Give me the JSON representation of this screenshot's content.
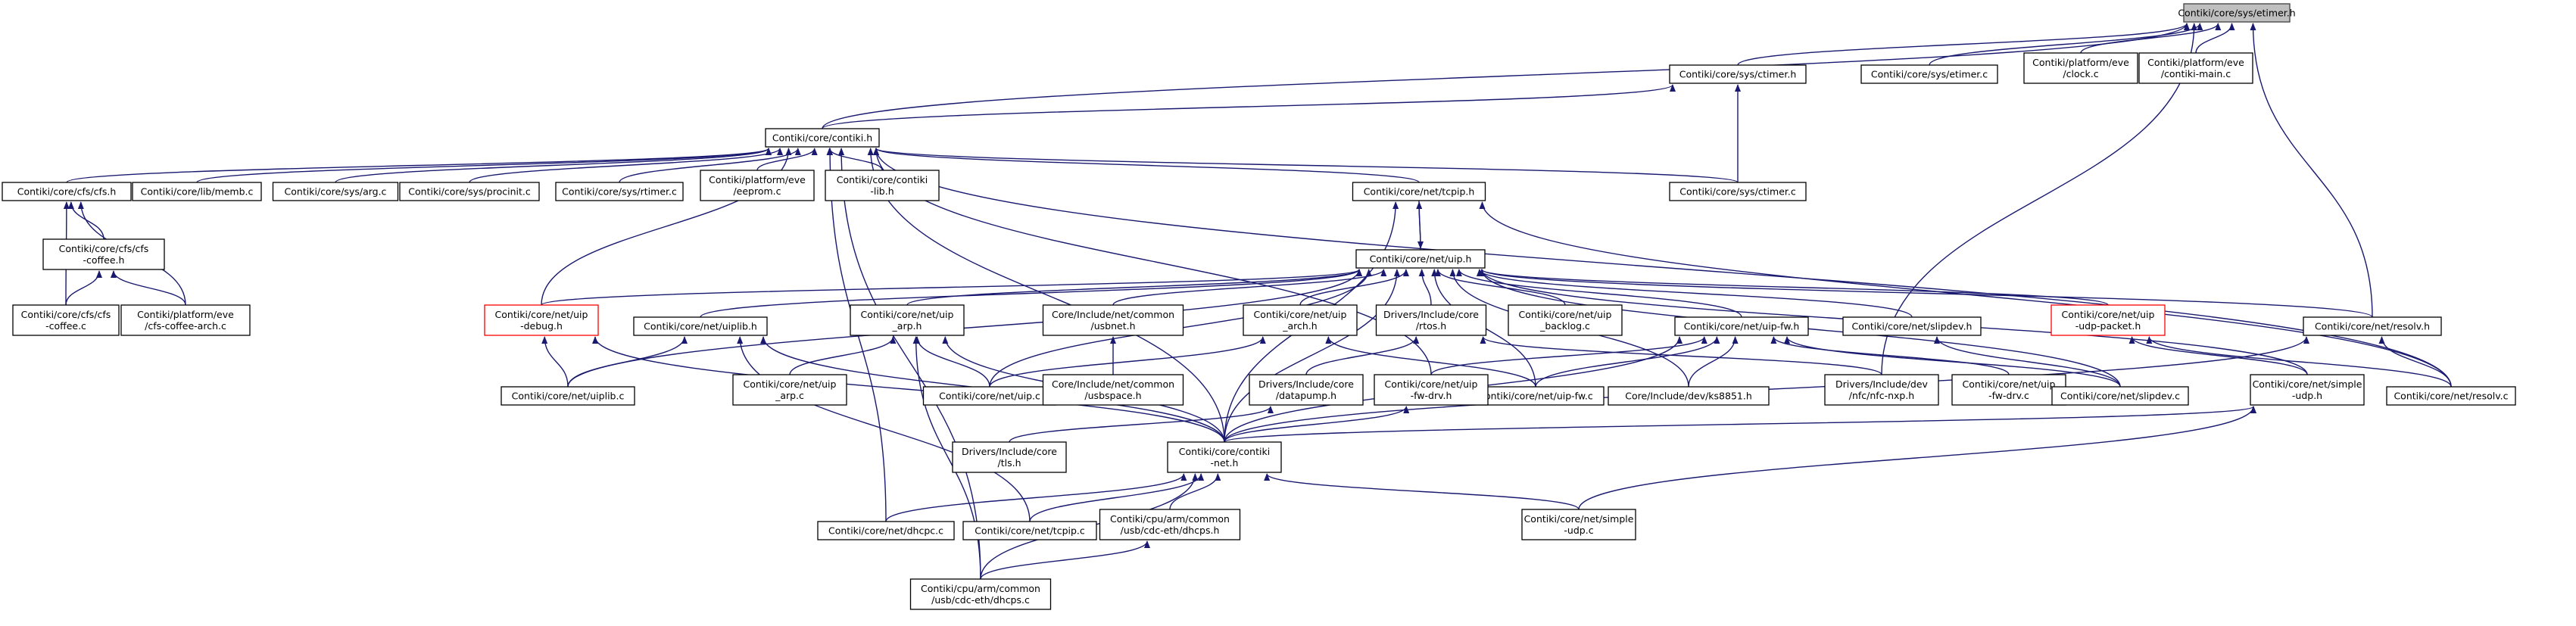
{
  "diagram": {
    "nodes": [
      {
        "id": "etimer_h",
        "lines": [
          "Contiki/core/sys/etimer.h"
        ],
        "style": "root"
      },
      {
        "id": "ctimer_h",
        "lines": [
          "Contiki/core/sys/ctimer.h"
        ]
      },
      {
        "id": "etimer_c",
        "lines": [
          "Contiki/core/sys/etimer.c"
        ]
      },
      {
        "id": "clock_c",
        "lines": [
          "Contiki/platform/eve",
          "/clock.c"
        ]
      },
      {
        "id": "contiki_main",
        "lines": [
          "Contiki/platform/eve",
          "/contiki-main.c"
        ]
      },
      {
        "id": "contiki_h",
        "lines": [
          "Contiki/core/contiki.h"
        ]
      },
      {
        "id": "cfs_h",
        "lines": [
          "Contiki/core/cfs/cfs.h"
        ]
      },
      {
        "id": "memb_c",
        "lines": [
          "Contiki/core/lib/memb.c"
        ]
      },
      {
        "id": "arg_c",
        "lines": [
          "Contiki/core/sys/arg.c"
        ]
      },
      {
        "id": "procinit_c",
        "lines": [
          "Contiki/core/sys/procinit.c"
        ]
      },
      {
        "id": "rtimer_c",
        "lines": [
          "Contiki/core/sys/rtimer.c"
        ]
      },
      {
        "id": "eeprom_c",
        "lines": [
          "Contiki/platform/eve",
          "/eeprom.c"
        ]
      },
      {
        "id": "contiki_lib_h",
        "lines": [
          "Contiki/core/contiki",
          "-lib.h"
        ]
      },
      {
        "id": "tcpip_h",
        "lines": [
          "Contiki/core/net/tcpip.h"
        ]
      },
      {
        "id": "ctimer_c",
        "lines": [
          "Contiki/core/sys/ctimer.c"
        ]
      },
      {
        "id": "cfs_coffee_h",
        "lines": [
          "Contiki/core/cfs/cfs",
          "-coffee.h"
        ]
      },
      {
        "id": "uip_h",
        "lines": [
          "Contiki/core/net/uip.h"
        ]
      },
      {
        "id": "cfs_coffee_c",
        "lines": [
          "Contiki/core/cfs/cfs",
          "-coffee.c"
        ]
      },
      {
        "id": "cfs_coffee_arch_c",
        "lines": [
          "Contiki/platform/eve",
          "/cfs-coffee-arch.c"
        ]
      },
      {
        "id": "uip_debug_h",
        "lines": [
          "Contiki/core/net/uip",
          "-debug.h"
        ],
        "style": "red"
      },
      {
        "id": "uiplib_h",
        "lines": [
          "Contiki/core/net/uiplib.h"
        ]
      },
      {
        "id": "uip_arp_h",
        "lines": [
          "Contiki/core/net/uip",
          "_arp.h"
        ]
      },
      {
        "id": "usbnet_h",
        "lines": [
          "Core/Include/net/common",
          "/usbnet.h"
        ]
      },
      {
        "id": "uip_arch_h",
        "lines": [
          "Contiki/core/net/uip",
          "_arch.h"
        ]
      },
      {
        "id": "rtos_h",
        "lines": [
          "Drivers/Include/core",
          "/rtos.h"
        ]
      },
      {
        "id": "uip_backlog_c",
        "lines": [
          "Contiki/core/net/uip",
          "_backlog.c"
        ]
      },
      {
        "id": "uip_fw_h",
        "lines": [
          "Contiki/core/net/uip-fw.h"
        ]
      },
      {
        "id": "slipdev_h",
        "lines": [
          "Contiki/core/net/slipdev.h"
        ]
      },
      {
        "id": "uip_udp_packet_h",
        "lines": [
          "Contiki/core/net/uip",
          "-udp-packet.h"
        ],
        "style": "red"
      },
      {
        "id": "resolv_h",
        "lines": [
          "Contiki/core/net/resolv.h"
        ]
      },
      {
        "id": "uiplib_c",
        "lines": [
          "Contiki/core/net/uiplib.c"
        ]
      },
      {
        "id": "uip_arp_c",
        "lines": [
          "Contiki/core/net/uip",
          "_arp.c"
        ]
      },
      {
        "id": "uip_c",
        "lines": [
          "Contiki/core/net/uip.c"
        ]
      },
      {
        "id": "usbspace_h",
        "lines": [
          "Core/Include/net/common",
          "/usbspace.h"
        ]
      },
      {
        "id": "uip_fw_c",
        "lines": [
          "Contiki/core/net/uip-fw.c"
        ]
      },
      {
        "id": "ks8851_h",
        "lines": [
          "Core/Include/dev/ks8851.h"
        ]
      },
      {
        "id": "nfc_nxp_h",
        "lines": [
          "Drivers/Include/dev",
          "/nfc/nfc-nxp.h"
        ]
      },
      {
        "id": "uip_fw_drv_c",
        "lines": [
          "Contiki/core/net/uip",
          "-fw-drv.c"
        ]
      },
      {
        "id": "slipdev_c",
        "lines": [
          "Contiki/core/net/slipdev.c"
        ]
      },
      {
        "id": "simple_udp_h",
        "lines": [
          "Contiki/core/net/simple",
          "-udp.h"
        ]
      },
      {
        "id": "resolv_c",
        "lines": [
          "Contiki/core/net/resolv.c"
        ]
      },
      {
        "id": "datapump_h",
        "lines": [
          "Drivers/Include/core",
          "/datapump.h"
        ]
      },
      {
        "id": "uip_fw_drv_h",
        "lines": [
          "Contiki/core/net/uip",
          "-fw-drv.h"
        ]
      },
      {
        "id": "tls_h",
        "lines": [
          "Drivers/Include/core",
          "/tls.h"
        ]
      },
      {
        "id": "contiki_net_h",
        "lines": [
          "Contiki/core/contiki",
          "-net.h"
        ]
      },
      {
        "id": "dhcpc_c",
        "lines": [
          "Contiki/core/net/dhcpc.c"
        ]
      },
      {
        "id": "tcpip_c",
        "lines": [
          "Contiki/core/net/tcpip.c"
        ]
      },
      {
        "id": "dhcps_h",
        "lines": [
          "Contiki/cpu/arm/common",
          "/usb/cdc-eth/dhcps.h"
        ]
      },
      {
        "id": "simple_udp_c",
        "lines": [
          "Contiki/core/net/simple",
          "-udp.c"
        ]
      },
      {
        "id": "dhcps_c",
        "lines": [
          "Contiki/cpu/arm/common",
          "/usb/cdc-eth/dhcps.c"
        ]
      }
    ],
    "edges": [
      [
        "ctimer_h",
        "etimer_h"
      ],
      [
        "etimer_c",
        "etimer_h"
      ],
      [
        "clock_c",
        "etimer_h"
      ],
      [
        "contiki_main",
        "etimer_h"
      ],
      [
        "contiki_h",
        "etimer_h"
      ],
      [
        "nfc_nxp_h",
        "etimer_h"
      ],
      [
        "resolv_h",
        "etimer_h"
      ],
      [
        "contiki_h",
        "ctimer_h"
      ],
      [
        "ctimer_c",
        "ctimer_h"
      ],
      [
        "cfs_h",
        "contiki_h"
      ],
      [
        "memb_c",
        "contiki_h"
      ],
      [
        "arg_c",
        "contiki_h"
      ],
      [
        "procinit_c",
        "contiki_h"
      ],
      [
        "rtimer_c",
        "contiki_h"
      ],
      [
        "eeprom_c",
        "contiki_h"
      ],
      [
        "contiki_lib_h",
        "contiki_h"
      ],
      [
        "ctimer_c",
        "contiki_h"
      ],
      [
        "tcpip_h",
        "contiki_h"
      ],
      [
        "uip_debug_h",
        "contiki_h"
      ],
      [
        "uip_fw_drv_h",
        "contiki_h"
      ],
      [
        "resolv_c",
        "contiki_h"
      ],
      [
        "contiki_net_h",
        "contiki_h"
      ],
      [
        "dhcpc_c",
        "contiki_h"
      ],
      [
        "dhcps_c",
        "contiki_h"
      ],
      [
        "cfs_coffee_h",
        "cfs_h"
      ],
      [
        "cfs_coffee_c",
        "cfs_h"
      ],
      [
        "cfs_coffee_arch_c",
        "cfs_h"
      ],
      [
        "cfs_coffee_c",
        "cfs_coffee_h"
      ],
      [
        "cfs_coffee_arch_c",
        "cfs_coffee_h"
      ],
      [
        "uip_h",
        "tcpip_h"
      ],
      [
        "resolv_c",
        "tcpip_h"
      ],
      [
        "contiki_net_h",
        "tcpip_h"
      ],
      [
        "tcpip_h",
        "uip_h"
      ],
      [
        "uip_debug_h",
        "uip_h"
      ],
      [
        "uiplib_h",
        "uip_h"
      ],
      [
        "uip_arp_h",
        "uip_h"
      ],
      [
        "usbnet_h",
        "uip_h"
      ],
      [
        "uip_arch_h",
        "uip_h"
      ],
      [
        "rtos_h",
        "uip_h"
      ],
      [
        "uip_backlog_c",
        "uip_h"
      ],
      [
        "uip_fw_h",
        "uip_h"
      ],
      [
        "slipdev_h",
        "uip_h"
      ],
      [
        "uip_udp_packet_h",
        "uip_h"
      ],
      [
        "resolv_h",
        "uip_h"
      ],
      [
        "uiplib_c",
        "uip_h"
      ],
      [
        "uip_c",
        "uip_h"
      ],
      [
        "uip_fw_c",
        "uip_h"
      ],
      [
        "ks8851_h",
        "uip_h"
      ],
      [
        "slipdev_c",
        "uip_h"
      ],
      [
        "simple_udp_h",
        "uip_h"
      ],
      [
        "contiki_net_h",
        "uip_h"
      ],
      [
        "uiplib_c",
        "uip_debug_h"
      ],
      [
        "contiki_net_h",
        "uip_debug_h"
      ],
      [
        "uiplib_c",
        "uiplib_h"
      ],
      [
        "contiki_net_h",
        "uiplib_h"
      ],
      [
        "tcpip_c",
        "uiplib_h"
      ],
      [
        "uip_arp_c",
        "uip_arp_h"
      ],
      [
        "uip_c",
        "uip_arp_h"
      ],
      [
        "contiki_net_h",
        "uip_arp_h"
      ],
      [
        "dhcps_c",
        "uip_arp_h"
      ],
      [
        "usbspace_h",
        "usbnet_h"
      ],
      [
        "uip_c",
        "uip_arch_h"
      ],
      [
        "uip_fw_c",
        "uip_arch_h"
      ],
      [
        "datapump_h",
        "rtos_h"
      ],
      [
        "nfc_nxp_h",
        "rtos_h"
      ],
      [
        "uip_fw_c",
        "uip_fw_h"
      ],
      [
        "ks8851_h",
        "uip_fw_h"
      ],
      [
        "uip_fw_drv_c",
        "uip_fw_h"
      ],
      [
        "slipdev_c",
        "uip_fw_h"
      ],
      [
        "uip_fw_drv_h",
        "uip_fw_h"
      ],
      [
        "contiki_net_h",
        "uip_fw_h"
      ],
      [
        "slipdev_c",
        "slipdev_h"
      ],
      [
        "simple_udp_h",
        "uip_udp_packet_h"
      ],
      [
        "resolv_c",
        "uip_udp_packet_h"
      ],
      [
        "resolv_c",
        "resolv_h"
      ],
      [
        "contiki_net_h",
        "resolv_h"
      ],
      [
        "tls_h",
        "datapump_h"
      ],
      [
        "contiki_net_h",
        "uip_fw_drv_h"
      ],
      [
        "simple_udp_c",
        "simple_udp_h"
      ],
      [
        "contiki_net_h",
        "simple_udp_h"
      ],
      [
        "dhcpc_c",
        "contiki_net_h"
      ],
      [
        "tcpip_c",
        "contiki_net_h"
      ],
      [
        "dhcps_h",
        "contiki_net_h"
      ],
      [
        "simple_udp_c",
        "contiki_net_h"
      ],
      [
        "dhcps_c",
        "contiki_net_h"
      ],
      [
        "dhcps_c",
        "dhcps_h"
      ]
    ]
  }
}
